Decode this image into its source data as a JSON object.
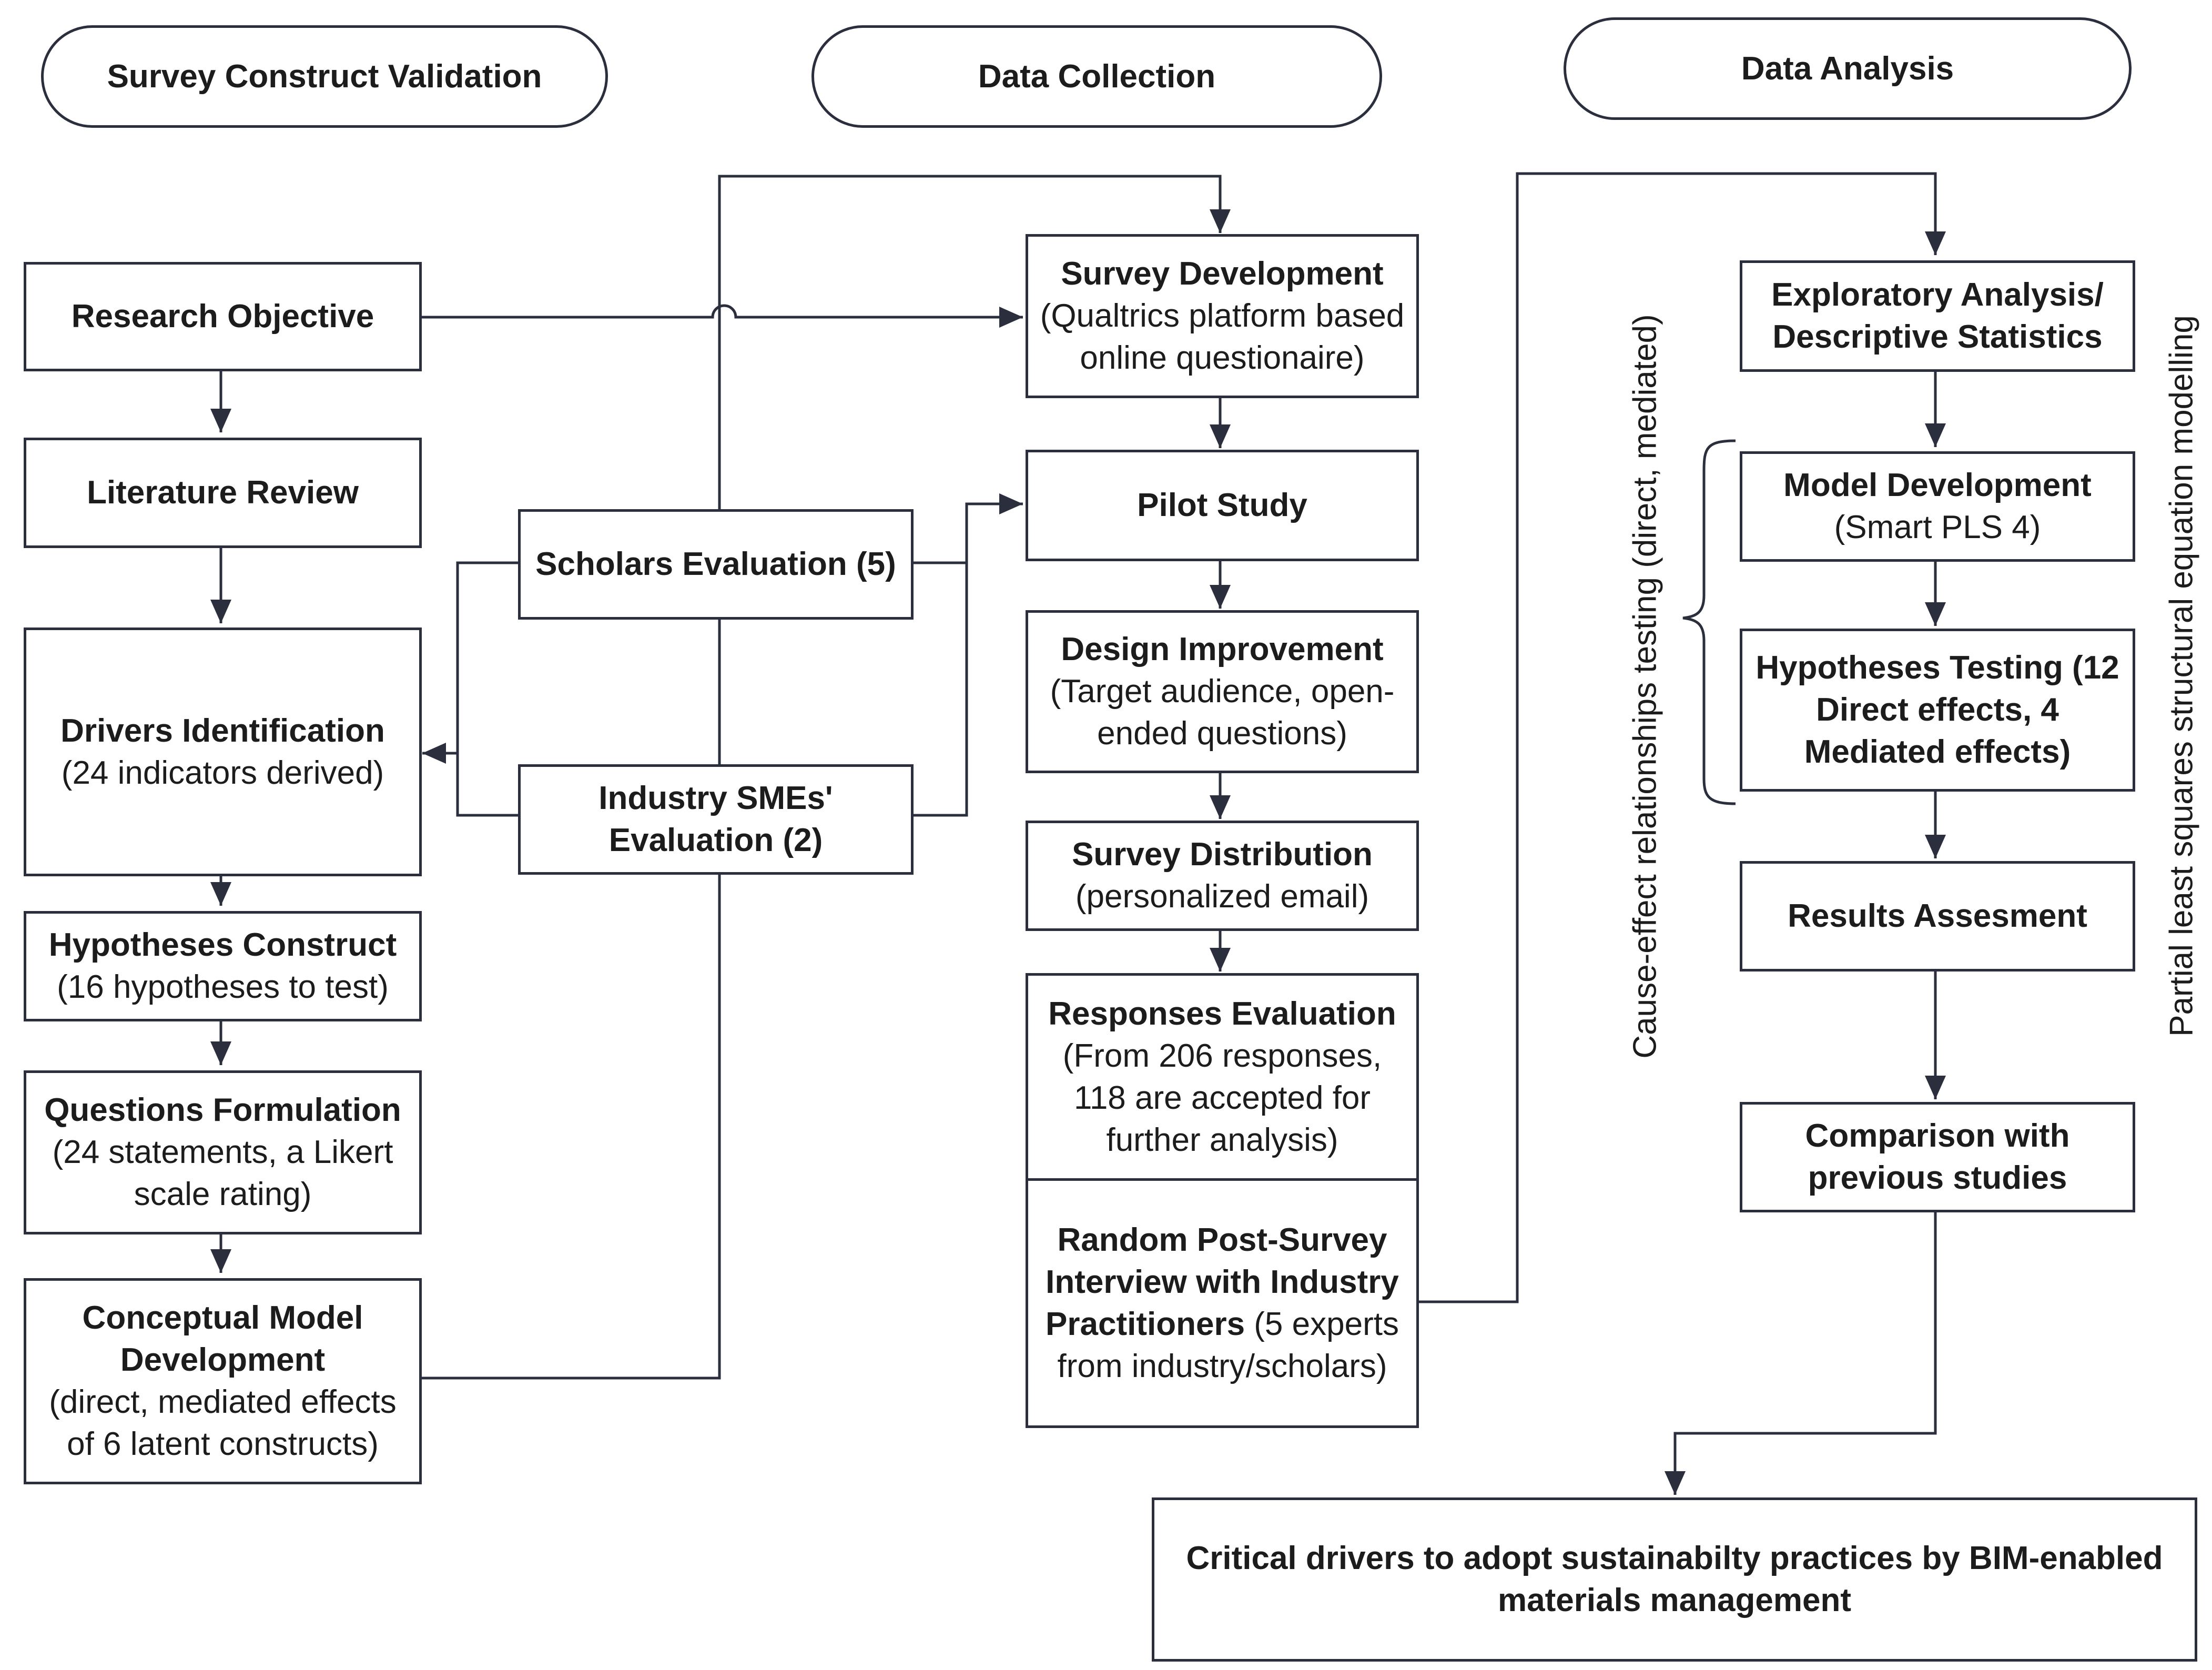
{
  "phases": {
    "survey_construct_validation": "Survey Construct Validation",
    "data_collection": "Data Collection",
    "data_analysis": "Data Analysis"
  },
  "nodes": {
    "research_objective": "Research Objective",
    "literature_review": "Literature Review",
    "drivers_identification": {
      "title": "Drivers Identification",
      "detail": "(24 indicators derived)"
    },
    "hypotheses_construct": {
      "title": "Hypotheses Construct",
      "detail": "(16 hypotheses to test)"
    },
    "questions_formulation": {
      "title": "Questions Formulation",
      "detail_1": "(24 statements, a Likert",
      "detail_2": "scale rating)"
    },
    "conceptual_model": {
      "title_1": "Conceptual Model",
      "title_2": "Development",
      "detail_1": "(direct, mediated effects",
      "detail_2": "of 6 latent constructs)"
    },
    "scholars_evaluation": "Scholars Evaluation (5)",
    "industry_smes": {
      "line_1": "Industry SMEs'",
      "line_2": "Evaluation (2)"
    },
    "survey_development": {
      "title": "Survey Development",
      "detail_1": "(Qualtrics platform based",
      "detail_2": "online questionaire)"
    },
    "pilot_study": "Pilot Study",
    "design_improvement": {
      "title": "Design Improvement",
      "detail_1": "(Target audience, open-",
      "detail_2": "ended questions)"
    },
    "survey_distribution": {
      "title": "Survey Distribution",
      "detail": "(personalized email)"
    },
    "responses_evaluation": {
      "title": "Responses Evaluation",
      "detail_1": "(From 206 responses,",
      "detail_2": "118 are accepted for",
      "detail_3": "further analysis)"
    },
    "post_survey_interview": {
      "title_1": "Random Post-Survey",
      "title_2": "Interview with Industry",
      "title_3": "Practitioners",
      "detail_a": " (5 experts",
      "detail_b": "from industry/scholars)"
    },
    "exploratory_analysis": {
      "line_1": "Exploratory Analysis/",
      "line_2": "Descriptive Statistics"
    },
    "model_development": {
      "title": "Model Development",
      "detail": "(Smart PLS 4)"
    },
    "hypotheses_testing": {
      "line_1": "Hypotheses Testing (12",
      "line_2": "Direct effects, 4",
      "line_3": "Mediated effects)"
    },
    "results_assessment": "Results Assesment",
    "comparison": {
      "line_1": "Comparison with",
      "line_2": "previous studies"
    },
    "critical_drivers": {
      "line_1": "Critical drivers to adopt sustainabilty practices by BIM-enabled",
      "line_2": "materials management"
    }
  },
  "side_labels": {
    "cause_effect": "Cause-effect relationships testing (direct, mediated)",
    "pls_sem": "Partial least squares structural equation modelling"
  },
  "colors": {
    "stroke": "#2a2e3d",
    "text": "#1c1c1c",
    "background": "#ffffff"
  }
}
